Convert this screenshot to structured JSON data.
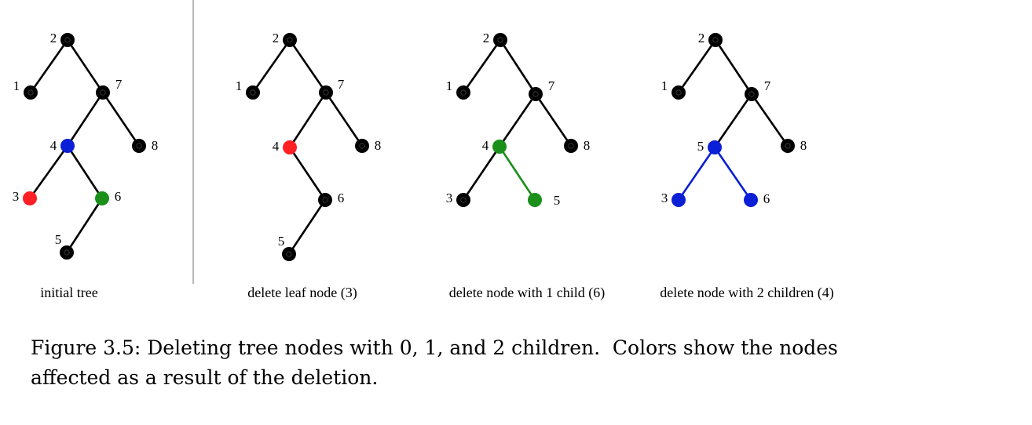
{
  "colors": {
    "default": "#000000",
    "red": "#ff1f24",
    "green": "#1a8f1a",
    "blue": "#0a1fd6"
  },
  "panels": [
    {
      "caption": "initial tree",
      "nodes": [
        {
          "id": "2",
          "label": "2",
          "color": "default"
        },
        {
          "id": "1",
          "label": "1",
          "color": "default"
        },
        {
          "id": "7",
          "label": "7",
          "color": "default"
        },
        {
          "id": "4",
          "label": "4",
          "color": "blue"
        },
        {
          "id": "8",
          "label": "8",
          "color": "default"
        },
        {
          "id": "3",
          "label": "3",
          "color": "red"
        },
        {
          "id": "6",
          "label": "6",
          "color": "green"
        },
        {
          "id": "5",
          "label": "5",
          "color": "default"
        }
      ],
      "edges": [
        {
          "from": "2",
          "to": "1",
          "color": "default"
        },
        {
          "from": "2",
          "to": "7",
          "color": "default"
        },
        {
          "from": "7",
          "to": "4",
          "color": "default"
        },
        {
          "from": "7",
          "to": "8",
          "color": "default"
        },
        {
          "from": "4",
          "to": "3",
          "color": "default"
        },
        {
          "from": "4",
          "to": "6",
          "color": "default"
        },
        {
          "from": "6",
          "to": "5",
          "color": "default"
        }
      ]
    },
    {
      "caption": "delete leaf node (3)",
      "nodes": [
        {
          "id": "2",
          "label": "2",
          "color": "default"
        },
        {
          "id": "1",
          "label": "1",
          "color": "default"
        },
        {
          "id": "7",
          "label": "7",
          "color": "default"
        },
        {
          "id": "4",
          "label": "4",
          "color": "red"
        },
        {
          "id": "8",
          "label": "8",
          "color": "default"
        },
        {
          "id": "6",
          "label": "6",
          "color": "default"
        },
        {
          "id": "5",
          "label": "5",
          "color": "default"
        }
      ],
      "edges": [
        {
          "from": "2",
          "to": "1",
          "color": "default"
        },
        {
          "from": "2",
          "to": "7",
          "color": "default"
        },
        {
          "from": "7",
          "to": "4",
          "color": "default"
        },
        {
          "from": "7",
          "to": "8",
          "color": "default"
        },
        {
          "from": "4",
          "to": "6",
          "color": "default"
        },
        {
          "from": "6",
          "to": "5",
          "color": "default"
        }
      ]
    },
    {
      "caption": "delete node with 1 child (6)",
      "nodes": [
        {
          "id": "2",
          "label": "2",
          "color": "default"
        },
        {
          "id": "1",
          "label": "1",
          "color": "default"
        },
        {
          "id": "7",
          "label": "7",
          "color": "default"
        },
        {
          "id": "4",
          "label": "4",
          "color": "green"
        },
        {
          "id": "8",
          "label": "8",
          "color": "default"
        },
        {
          "id": "3",
          "label": "3",
          "color": "default"
        },
        {
          "id": "5",
          "label": "5",
          "color": "green"
        }
      ],
      "edges": [
        {
          "from": "2",
          "to": "1",
          "color": "default"
        },
        {
          "from": "2",
          "to": "7",
          "color": "default"
        },
        {
          "from": "7",
          "to": "4",
          "color": "default"
        },
        {
          "from": "7",
          "to": "8",
          "color": "default"
        },
        {
          "from": "4",
          "to": "3",
          "color": "default"
        },
        {
          "from": "4",
          "to": "5",
          "color": "green"
        }
      ]
    },
    {
      "caption": "delete node with 2 children (4)",
      "nodes": [
        {
          "id": "2",
          "label": "2",
          "color": "default"
        },
        {
          "id": "1",
          "label": "1",
          "color": "default"
        },
        {
          "id": "7",
          "label": "7",
          "color": "default"
        },
        {
          "id": "5",
          "label": "5",
          "color": "blue"
        },
        {
          "id": "8",
          "label": "8",
          "color": "default"
        },
        {
          "id": "3",
          "label": "3",
          "color": "blue"
        },
        {
          "id": "6",
          "label": "6",
          "color": "blue"
        }
      ],
      "edges": [
        {
          "from": "2",
          "to": "1",
          "color": "default"
        },
        {
          "from": "2",
          "to": "7",
          "color": "default"
        },
        {
          "from": "7",
          "to": "5",
          "color": "default"
        },
        {
          "from": "7",
          "to": "8",
          "color": "default"
        },
        {
          "from": "5",
          "to": "3",
          "color": "blue"
        },
        {
          "from": "5",
          "to": "6",
          "color": "blue"
        }
      ]
    }
  ],
  "figure_caption": {
    "line1": "Figure 3.5: Deleting tree nodes with 0, 1, and 2 children.  Colors show the nodes",
    "line2": "affected as a result of the deletion."
  }
}
